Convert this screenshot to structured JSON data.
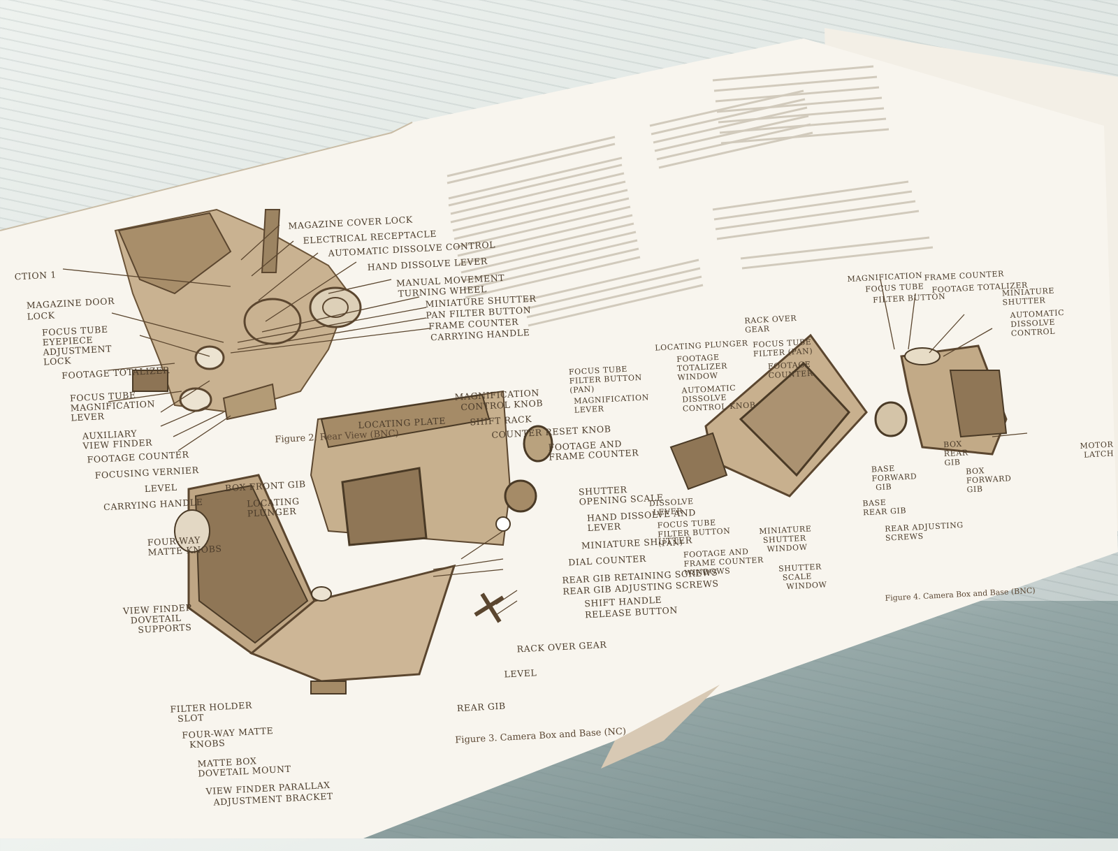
{
  "section_header": "ction 1",
  "figure2": {
    "caption": "Figure 2.  Rear View (BNC)",
    "labels": {
      "magazine_cover_lock": "MAGAZINE COVER LOCK",
      "electrical_receptacle": "ELECTRICAL RECEPTACLE",
      "automatic_dissolve_control": "AUTOMATIC DISSOLVE CONTROL",
      "hand_dissolve_lever": "HAND DISSOLVE LEVER",
      "manual_movement": "MANUAL MOVEMENT",
      "turning_wheel": "TURNING WHEEL",
      "miniature_shutter": "MINIATURE SHUTTER",
      "pan_filter_button": "PAN FILTER BUTTON",
      "frame_counter": "FRAME COUNTER",
      "carrying_handle_r": "CARRYING HANDLE",
      "magazine_door": "MAGAZINE DOOR",
      "lock": "LOCK",
      "focus_tube": "FOCUS TUBE",
      "eyepiece": "EYEPIECE",
      "adjustment": "ADJUSTMENT",
      "lock2": "LOCK",
      "footage_totalizer": "FOOTAGE TOTALIZER",
      "focus_tube2": "FOCUS TUBE",
      "magnification": "MAGNIFICATION",
      "lever": "LEVER",
      "auxiliary": "AUXILIARY",
      "view_finder": "VIEW FINDER",
      "footage_counter": "FOOTAGE COUNTER",
      "focusing_vernier": "FOCUSING VERNIER",
      "level": "LEVEL",
      "carrying_handle": "CARRYING  HANDLE"
    }
  },
  "figure3": {
    "caption": "Figure 3.  Camera Box and Base (NC)",
    "labels": {
      "locating_plate": "LOCATING PLATE",
      "magnification": "MAGNIFICATION",
      "control_knob": "CONTROL KNOB",
      "shift_rack": "SHIFT RACK",
      "counter_reset_knob": "COUNTER RESET KNOB",
      "footage_and": "FOOTAGE AND",
      "frame_counter": "FRAME COUNTER",
      "box_front_gib": "BOX FRONT GIB",
      "locating": "LOCATING",
      "plunger": "PLUNGER",
      "four_way": "FOUR-WAY",
      "matte_knobs": "MATTE KNOBS",
      "shutter": "SHUTTER",
      "opening_scale": "OPENING SCALE",
      "hand_dissolve_and": "HAND DISSOLVE AND",
      "lever": "LEVER",
      "miniature_shutter": "MINIATURE SHUTTER",
      "dial_counter": "DIAL COUNTER",
      "rear_gib_retaining": "REAR GIB RETAINING SCREWS",
      "rear_gib_adjusting": "REAR GIB ADJUSTING SCREWS",
      "shift_handle": "SHIFT HANDLE",
      "release_button": "RELEASE BUTTON",
      "view_finder": "VIEW FINDER",
      "dovetail": "DOVETAIL",
      "supports": "SUPPORTS",
      "rack_over_gear": "RACK OVER GEAR",
      "level2": "LEVEL",
      "rear_gib": "REAR GIB",
      "filter_holder": "FILTER HOLDER",
      "slot": "SLOT",
      "four_way_matte": "FOUR-WAY MATTE",
      "knobs": "KNOBS",
      "matte_box": "MATTE BOX",
      "dovetail_mount": "DOVETAIL MOUNT",
      "view_finder_parallax": "VIEW FINDER  PARALLAX",
      "adjustment_bracket": "ADJUSTMENT   BRACKET"
    }
  },
  "figure4": {
    "caption": "Figure 4.  Camera Box and Base (BNC)",
    "labels": {
      "locating_plunger": "LOCATING PLUNGER",
      "footage": "FOOTAGE",
      "totalizer": "TOTALIZER",
      "window": "WINDOW",
      "automatic": "AUTOMATIC",
      "dissolve": "DISSOLVE",
      "control_knob": "CONTROL KNOB",
      "rack_over": "RACK OVER",
      "gear": "GEAR",
      "focus_tube_filter": "FOCUS TUBE",
      "filter_pan": "FILTER (PAN)",
      "footage_counter": "FOOTAGE",
      "counter": "COUNTER",
      "focus_tube_l": "FOCUS TUBE",
      "filter_button": "FILTER BUTTON",
      "pan": "(PAN)",
      "magnification": "MAGNIFICATION",
      "lever": "LEVER",
      "dissolve_lever": "DISSOLVE",
      "lever2": "LEVER",
      "focus_tube_b": "FOCUS TUBE",
      "filter_button_b": "FILTER BUTTON",
      "pan_b": "(PAN)",
      "footage_and": "FOOTAGE AND",
      "frame_counter_windows": "FRAME COUNTER",
      "windows": "WINDOWS",
      "miniature": "MINIATURE",
      "shutter": "SHUTTER",
      "window2": "WINDOW",
      "shutter_scale": "SHUTTER",
      "scale": "SCALE",
      "window3": "WINDOW",
      "base_forward": "BASE",
      "forward": "FORWARD",
      "gib": "GIB",
      "base_rear": "BASE",
      "rear_gib": "REAR GIB",
      "rear_adjusting": "REAR ADJUSTING",
      "screws": "SCREWS",
      "box_rear_gib": "BOX",
      "rear": "REAR",
      "gib2": "GIB",
      "box_forward": "BOX",
      "forward2": "FORWARD",
      "gib3": "GIB",
      "magnification_r": "MAGNIFICATION",
      "focus_tube_r": "FOCUS TUBE",
      "filter_r": "FILTER BUTTON",
      "frame_counter_r": "FRAME COUNTER",
      "footage_totalizer_r": "FOOTAGE TOTALIZER",
      "miniature_r": "MINIATURE",
      "shutter_r": "SHUTTER",
      "dissolve_r": "AUTOMATIC",
      "dissolve_r2": "DISSOLVE",
      "control_r": "CONTROL",
      "motor_latch": "MOTOR",
      "latch": "LATCH"
    }
  }
}
